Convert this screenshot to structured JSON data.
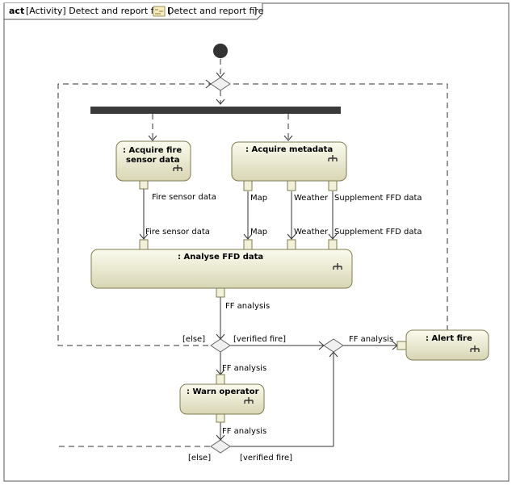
{
  "frame": {
    "keyword": "act",
    "title": "[Activity] Detect and report fire [",
    "ref_label": "Detect and report fire",
    "close_bracket": "]"
  },
  "actions": {
    "acquire_fire_sensor": {
      "line1": ": Acquire fire",
      "line2": "sensor data"
    },
    "acquire_metadata": {
      "label": ": Acquire metadata"
    },
    "analyse_ffd": {
      "label": ": Analyse FFD data"
    },
    "warn_operator": {
      "label": ": Warn operator"
    },
    "alert_fire": {
      "label": ": Alert fire"
    }
  },
  "pin_labels": {
    "fire_sensor_out": "Fire sensor data",
    "map_out": "Map",
    "weather_out": "Weather",
    "supplement_out": "Supplement FFD data",
    "fire_sensor_in": "Fire sensor data",
    "map_in": "Map",
    "weather_in": "Weather",
    "supplement_in": "Supplement FFD data",
    "ff_analysis_out": "FF analysis",
    "ff_analysis_alert": "FF analysis",
    "ff_analysis_warn_in": "FF analysis",
    "ff_analysis_warn_out": "FF analysis"
  },
  "guards": {
    "else_top": "[else]",
    "verified_top": "[verified fire]",
    "else_bottom": "[else]",
    "verified_bottom": "[verified fire]"
  },
  "colors": {
    "action_fill_top": "#fbfbee",
    "action_fill_bottom": "#d8d6b4",
    "action_stroke": "#7e7b52",
    "pin_fill": "#f2f0d8",
    "fork_bar": "#3a3a3a",
    "initial_node": "#333333"
  }
}
